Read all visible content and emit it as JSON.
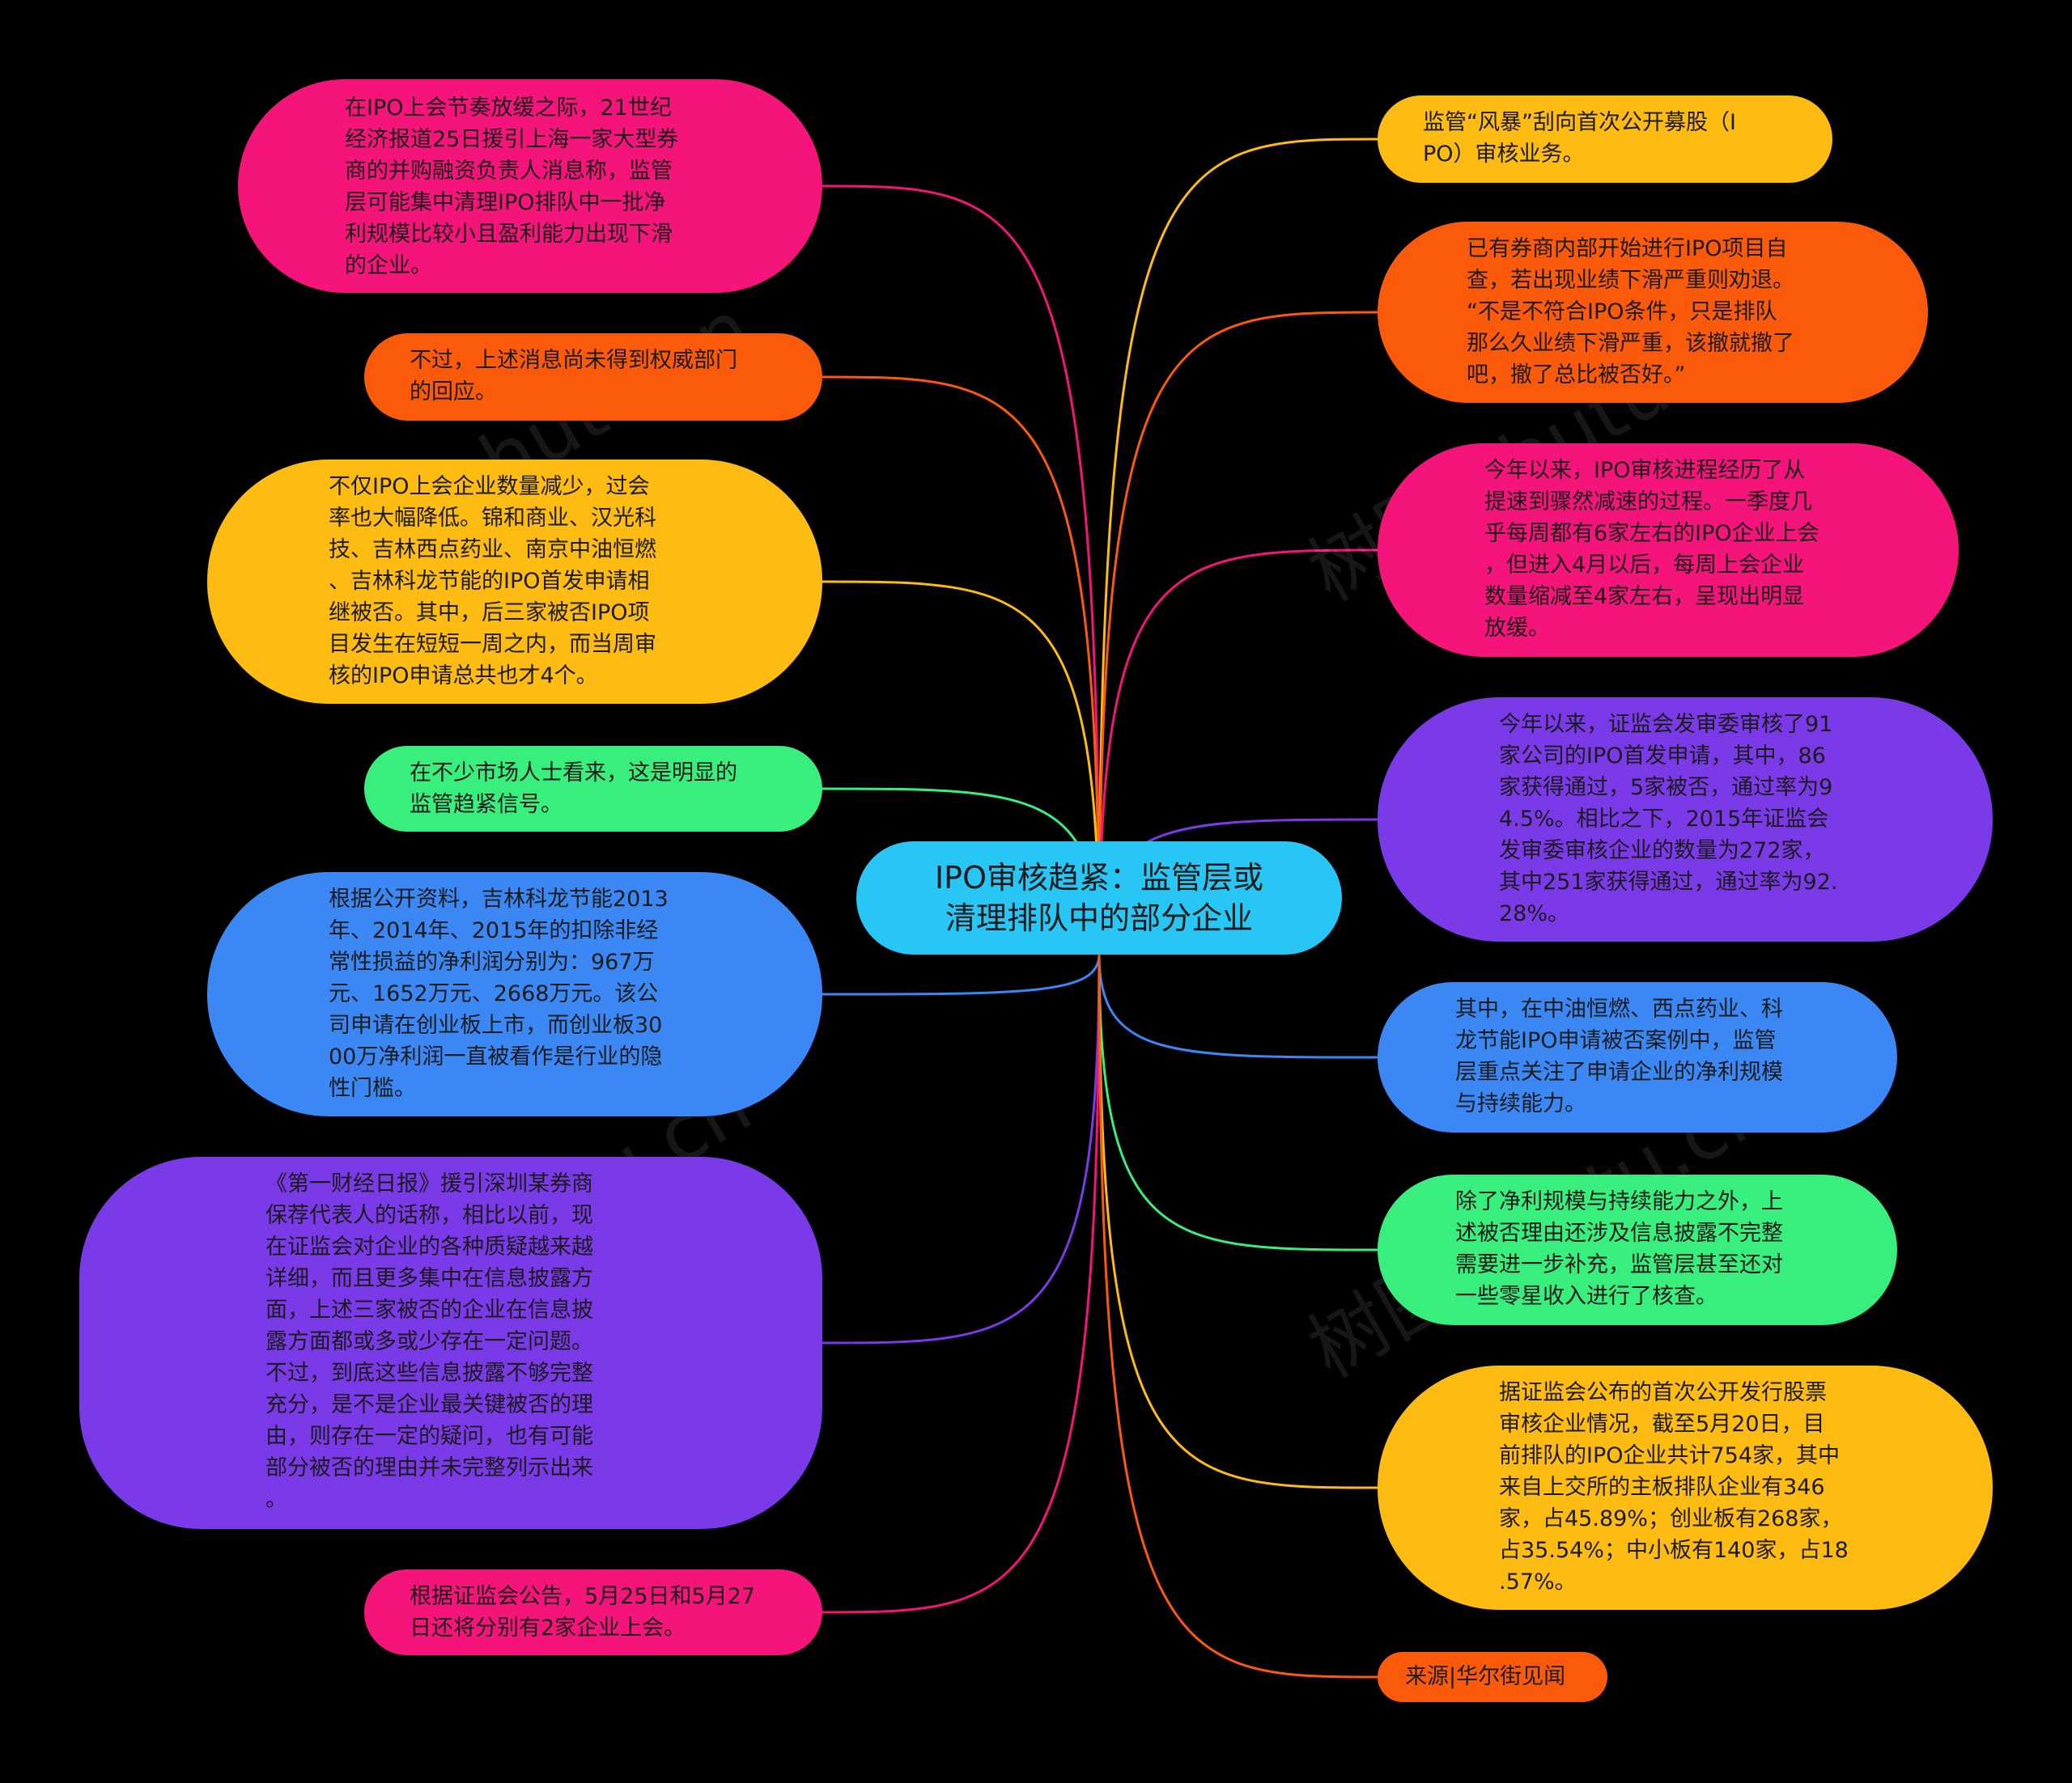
{
  "center": {
    "text": "IPO审核趋紧：监管层或\n清理排队中的部分企业",
    "color": "#27c6f4"
  },
  "watermark": "树图 shutu.cn",
  "left_nodes": [
    {
      "text": "在IPO上会节奏放缓之际，21世纪\n经济报道25日援引上海一家大型券\n商的并购融资负责人消息称，监管\n层可能集中清理IPO排队中一批净\n利规模比较小且盈利能力出现下滑\n的企业。",
      "color": "#f5147a"
    },
    {
      "text": "不过，上述消息尚未得到权威部门\n的回应。",
      "color": "#fc5a0b"
    },
    {
      "text": "不仅IPO上会企业数量减少，过会\n率也大幅降低。锦和商业、汉光科\n技、吉林西点药业、南京中油恒燃\n、吉林科龙节能的IPO首发申请相\n继被否。其中，后三家被否IPO项\n目发生在短短一周之内，而当周审\n核的IPO申请总共也才4个。",
      "color": "#febc12"
    },
    {
      "text": "在不少市场人士看来，这是明显的\n监管趋紧信号。",
      "color": "#38ef7d"
    },
    {
      "text": "根据公开资料，吉林科龙节能2013\n年、2014年、2015年的扣除非经\n常性损益的净利润分别为：967万\n元、1652万元、2668万元。该公\n司申请在创业板上市，而创业板30\n00万净利润一直被看作是行业的隐\n性门槛。",
      "color": "#3b87f3"
    },
    {
      "text": "《第一财经日报》援引深圳某券商\n保荐代表人的话称，相比以前，现\n在证监会对企业的各种质疑越来越\n详细，而且更多集中在信息披露方\n面，上述三家被否的企业在信息披\n露方面都或多或少存在一定问题。\n不过，到底这些信息披露不够完整\n充分，是不是企业最关键被否的理\n由，则存在一定的疑问，也有可能\n部分被否的理由并未完整列示出来\n。",
      "color": "#7b3ae8"
    },
    {
      "text": "根据证监会公告，5月25日和5月27\n日还将分别有2家企业上会。",
      "color": "#f5147a"
    }
  ],
  "right_nodes": [
    {
      "text": "监管“风暴”刮向首次公开募股（I\nPO）审核业务。",
      "color": "#febc12"
    },
    {
      "text": "已有券商内部开始进行IPO项目自\n查，若出现业绩下滑严重则劝退。\n“不是不符合IPO条件，只是排队\n那么久业绩下滑严重，该撤就撤了\n吧，撤了总比被否好。”",
      "color": "#fc5a0b"
    },
    {
      "text": "今年以来，IPO审核进程经历了从\n提速到骤然减速的过程。一季度几\n乎每周都有6家左右的IPO企业上会\n，但进入4月以后，每周上会企业\n数量缩减至4家左右，呈现出明显\n放缓。",
      "color": "#f5147a"
    },
    {
      "text": "今年以来，证监会发审委审核了91\n家公司的IPO首发申请，其中，86\n家获得通过，5家被否，通过率为9\n4.5%。相比之下，2015年证监会\n发审委审核企业的数量为272家，\n其中251家获得通过，通过率为92.\n28%。",
      "color": "#7b3ae8"
    },
    {
      "text": "其中，在中油恒燃、西点药业、科\n龙节能IPO申请被否案例中，监管\n层重点关注了申请企业的净利规模\n与持续能力。",
      "color": "#3b87f3"
    },
    {
      "text": "除了净利规模与持续能力之外，上\n述被否理由还涉及信息披露不完整\n需要进一步补充，监管层甚至还对\n一些零星收入进行了核查。",
      "color": "#38ef7d"
    },
    {
      "text": "据证监会公布的首次公开发行股票\n审核企业情况，截至5月20日，目\n前排队的IPO企业共计754家，其中\n来自上交所的主板排队企业有346\n家，占45.89%；创业板有268家，\n占35.54%；中小板有140家，占18\n.57%。",
      "color": "#febc12"
    },
    {
      "text": "来源|华尔街见闻",
      "color": "#fc5a0b"
    }
  ]
}
